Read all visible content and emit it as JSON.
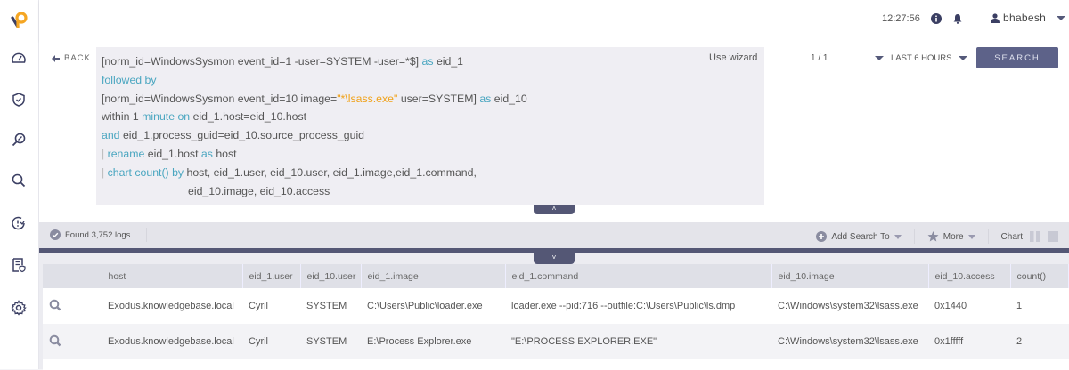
{
  "header": {
    "clock": "12:27:56",
    "username": "bhabesh"
  },
  "sidebar": {
    "items": [
      {
        "name": "dashboard",
        "icon": "gauge-icon"
      },
      {
        "name": "security",
        "icon": "shield-check-icon"
      },
      {
        "name": "investigate",
        "icon": "magnify-search-icon"
      },
      {
        "name": "search",
        "icon": "search-icon"
      },
      {
        "name": "alerts",
        "icon": "alert-clock-icon"
      },
      {
        "name": "reports",
        "icon": "report-icon"
      },
      {
        "name": "settings",
        "icon": "gear-icon"
      }
    ]
  },
  "query_bar": {
    "back_label": "BACK",
    "use_wizard_label": "Use wizard",
    "pager": "1 / 1",
    "time_range": "LAST 6 HOURS",
    "search_label": "SEARCH",
    "lines": {
      "l1_a": "[norm_id=WindowsSysmon event_id=1 -user=SYSTEM -user=*$]",
      "l1_kw": "as",
      "l1_b": "eid_1",
      "l2_kw": "followed by",
      "l3_a": "[norm_id=WindowsSysmon event_id=10 image=",
      "l3_str": "\"*\\lsass.exe\"",
      "l3_b": "user=SYSTEM]",
      "l3_kw": "as",
      "l3_c": "eid_10",
      "l4_a": "within 1",
      "l4_kw": "minute on",
      "l4_b": "eid_1.host=eid_10.host",
      "l5_kw": "and",
      "l5_b": "eid_1.process_guid=eid_10.source_process_guid",
      "l6_pipe": "|",
      "l6_kw": "rename",
      "l6_a": "eid_1.host",
      "l6_kw2": "as",
      "l6_b": "host",
      "l7_pipe": "|",
      "l7_kw": "chart count()",
      "l7_kw2": "by",
      "l7_a": "host, eid_1.user, eid_10.user, eid_1.image,eid_1.command,",
      "l8": "eid_10.image, eid_10.access"
    }
  },
  "result_bar": {
    "found_label": "Found 3,752 logs",
    "add_search_to": "Add Search To",
    "more": "More",
    "chart": "Chart"
  },
  "table": {
    "columns": [
      "",
      "host",
      "eid_1.user",
      "eid_10.user",
      "eid_1.image",
      "eid_1.command",
      "eid_10.image",
      "eid_10.access",
      "count()"
    ],
    "rows": [
      {
        "host": "Exodus.knowledgebase.local",
        "eid_1_user": "Cyril",
        "eid_10_user": "SYSTEM",
        "eid_1_image": "C:\\Users\\Public\\loader.exe",
        "eid_1_command": "loader.exe --pid:716 --outfile:C:\\Users\\Public\\ls.dmp",
        "eid_10_image": "C:\\Windows\\system32\\lsass.exe",
        "eid_10_access": "0x1440",
        "count": "1"
      },
      {
        "host": "Exodus.knowledgebase.local",
        "eid_1_user": "Cyril",
        "eid_10_user": "SYSTEM",
        "eid_1_image": "E:\\Process Explorer.exe",
        "eid_1_command": "\"E:\\PROCESS EXPLORER.EXE\"",
        "eid_10_image": "C:\\Windows\\system32\\lsass.exe",
        "eid_10_access": "0x1fffff",
        "count": "2"
      }
    ]
  },
  "colors": {
    "accent": "#5d6289",
    "keyword": "#4aa6c0",
    "string": "#f0a21a",
    "logo_orange": "#f5a623",
    "logo_navy": "#3b3f63"
  }
}
